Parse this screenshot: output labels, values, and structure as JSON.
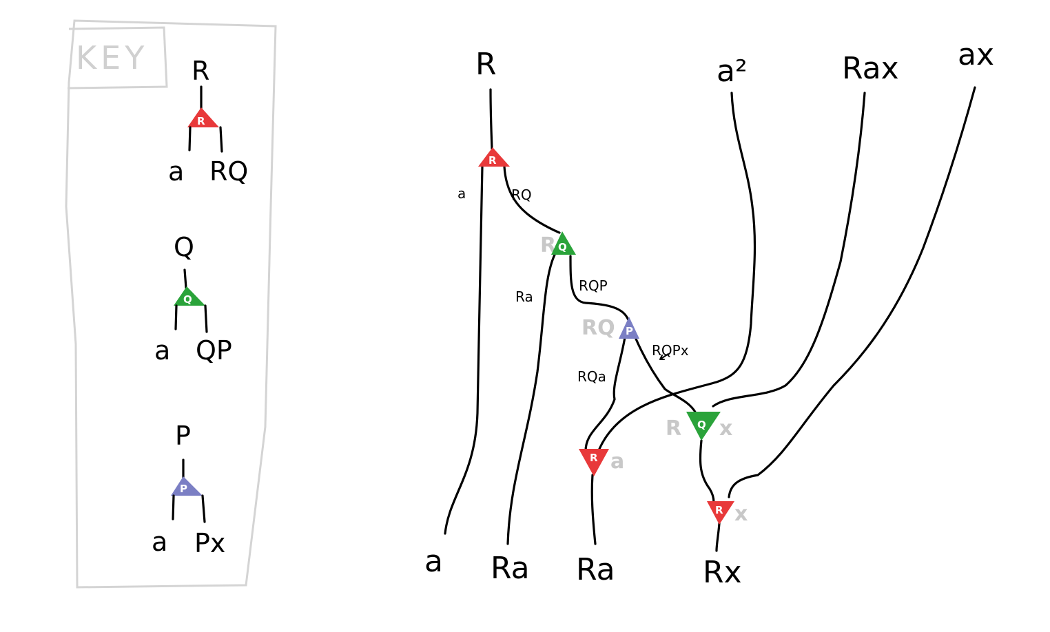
{
  "key": {
    "title": "KEY",
    "items": [
      {
        "top": "R",
        "glyph": "R",
        "left": "a",
        "right": "RQ",
        "color": "#e8393a"
      },
      {
        "top": "Q",
        "glyph": "Q",
        "left": "a",
        "right": "QP",
        "color": "#2aa33a"
      },
      {
        "top": "P",
        "glyph": "P",
        "left": "a",
        "right": "Px",
        "color": "#7b7fc4"
      }
    ]
  },
  "diagram": {
    "top_inputs": [
      "R",
      "a²",
      "Rax",
      "ax"
    ],
    "bottom_outputs": [
      "a",
      "Ra",
      "Ra",
      "Rx"
    ],
    "wire_labels": [
      "a",
      "RQ",
      "Ra",
      "RQP",
      "RQa",
      "RQPx"
    ],
    "nodes": [
      {
        "glyph": "R",
        "ghost_left": "",
        "ghost_right": "",
        "color": "#e8393a"
      },
      {
        "glyph": "Q",
        "ghost_left": "R",
        "ghost_right": "",
        "color": "#2aa33a"
      },
      {
        "glyph": "P",
        "ghost_left": "RQ",
        "ghost_right": "",
        "color": "#7b7fc4"
      },
      {
        "glyph": "R",
        "ghost_left": "",
        "ghost_right": "a",
        "color": "#e8393a"
      },
      {
        "glyph": "Q",
        "ghost_left": "R",
        "ghost_right": "x",
        "color": "#2aa33a"
      },
      {
        "glyph": "R",
        "ghost_left": "",
        "ghost_right": "x",
        "color": "#e8393a"
      }
    ]
  }
}
